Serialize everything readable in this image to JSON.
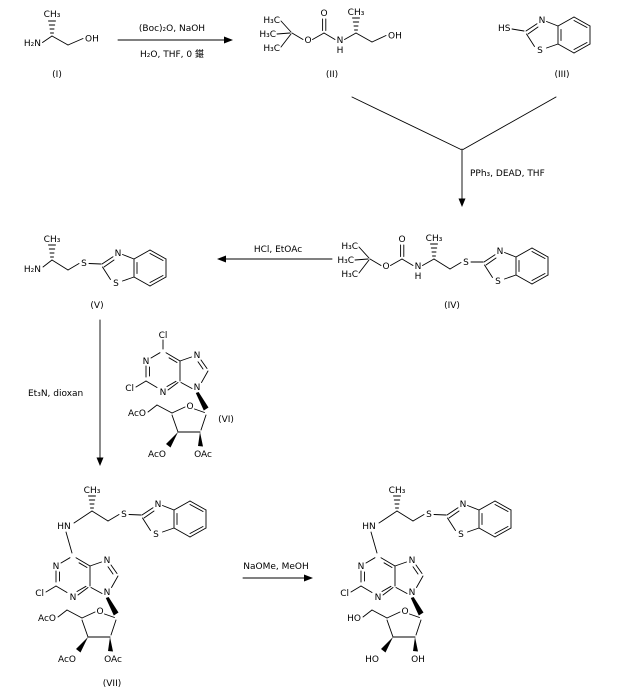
{
  "reagents": {
    "step1_above": "(Boc)₂O, NaOH",
    "step1_below": "H₂O, THF, 0 鍖",
    "step2": "PPh₃, DEAD, THF",
    "step3": "HCl, EtOAc",
    "step4": "Et₃N, dioxan",
    "step5": "NaOMe, MeOH"
  },
  "compounds": {
    "c1": {
      "label": "(I)",
      "h2n": "H₂N",
      "ch3": "CH₃",
      "oh": "OH"
    },
    "c2": {
      "label": "(II)",
      "h3c_a": "H₃C",
      "h3c_b": "H₃C",
      "h3c_c": "H₃C",
      "o_ester": "O",
      "o_carbonyl": "O",
      "n": "N",
      "h": "H",
      "ch3": "CH₃",
      "oh": "OH"
    },
    "c3": {
      "label": "(III)",
      "hs": "HS",
      "n": "N",
      "s": "S"
    },
    "c4": {
      "label": "(IV)",
      "h3c_a": "H₃C",
      "h3c_b": "H₃C",
      "h3c_c": "H₃C",
      "o_ester": "O",
      "o_carbonyl": "O",
      "n": "N",
      "h": "H",
      "ch3": "CH₃",
      "s_chain": "S",
      "bt_n": "N",
      "bt_s": "S"
    },
    "c5": {
      "label": "(V)",
      "h2n": "H₂N",
      "ch3": "CH₃",
      "s_chain": "S",
      "bt_n": "N",
      "bt_s": "S"
    },
    "c6": {
      "label": "(VI)",
      "cl_top": "Cl",
      "cl_left": "Cl",
      "n1": "N",
      "n3": "N",
      "n7": "N",
      "n9": "N",
      "o_ring": "O",
      "aco5": "AcO",
      "aco3": "AcO",
      "oac2": "OAc"
    },
    "c7": {
      "label": "(VII)",
      "ch3": "CH₃",
      "hn": "HN",
      "s_chain": "S",
      "bt_n": "N",
      "bt_s": "S",
      "cl": "Cl",
      "n1": "N",
      "n3": "N",
      "n7": "N",
      "n9": "N",
      "o_ring": "O",
      "aco5": "AcO",
      "aco3": "AcO",
      "oac2": "OAc"
    },
    "c8": {
      "ch3": "CH₃",
      "hn": "HN",
      "s_chain": "S",
      "bt_n": "N",
      "bt_s": "S",
      "cl": "Cl",
      "n1": "N",
      "n3": "N",
      "n7": "N",
      "n9": "N",
      "o_ring": "O",
      "ho5": "HO",
      "ho3": "HO",
      "oh2": "OH"
    }
  }
}
